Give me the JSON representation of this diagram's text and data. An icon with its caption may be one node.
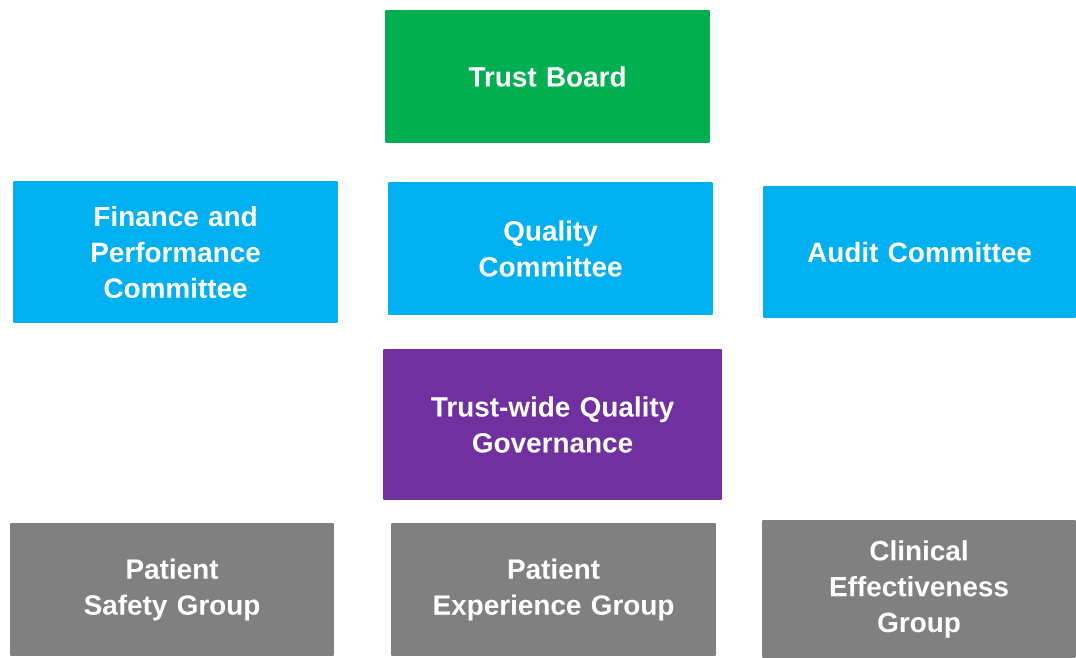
{
  "diagram": {
    "nodes": [
      {
        "text": [
          "Trust Board"
        ]
      },
      {
        "text": [
          "Finance and Performance Committee"
        ]
      },
      {
        "text": [
          "Quality Committee"
        ]
      },
      {
        "text": [
          "Audit Committee"
        ]
      },
      {
        "text": [
          "Trust-wide Quality Governance"
        ]
      },
      {
        "text": [
          "Patient Safety Group"
        ]
      },
      {
        "text": [
          "Patient Experience Group"
        ]
      },
      {
        "text": [
          "Clinical Effectiveness Group"
        ]
      }
    ]
  }
}
